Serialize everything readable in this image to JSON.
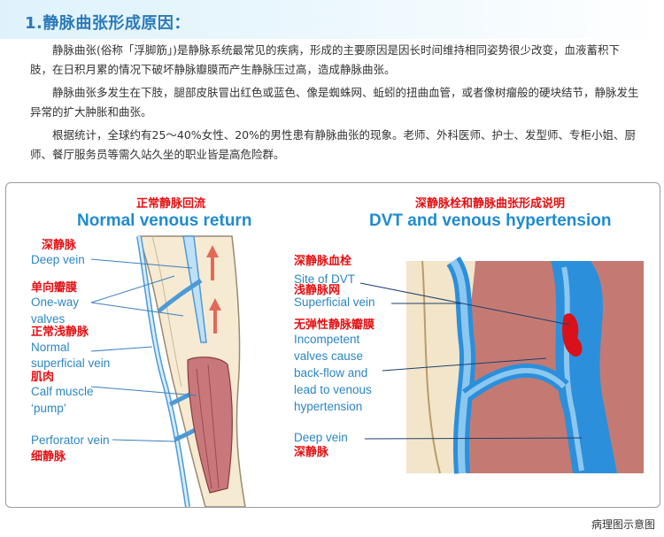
{
  "header": {
    "title": "1.静脉曲张形成原因："
  },
  "paragraphs": [
    "静脉曲张(俗称「浮脚筋」)是静脉系统最常见的疾病，形成的主要原因是因长时间维持相同姿势很少改变，血液蓄积下肢，在日积月累的情况下破坏静脉瓣膜而产生静脉压过高，造成静脉曲张。",
    "静脉曲张多发生在下肢，腿部皮肤冒出红色或蓝色、像是蜘蛛网、蚯蚓的扭曲血管，或者像树瘤般的硬块结节，静脉发生异常的扩大肿胀和曲张。",
    "根据统计，全球约有25～40%女性、20%的男性患有静脉曲张的现象。老师、外科医师、护士、发型师、专柜小姐、厨师、餐厅服务员等需久站久坐的职业皆是高危险群。"
  ],
  "left_panel": {
    "title_cn": "正常静脉回流",
    "title_en": "Normal venous return",
    "labels": {
      "deep_vein_cn": "深静脉",
      "deep_vein_en": "Deep vein",
      "valves_cn": "单向瓣膜",
      "valves_en_1": "One-way",
      "valves_en_2": "valves",
      "superficial_cn": "正常浅静脉",
      "superficial_en_1": "Normal",
      "superficial_en_2": "superficial vein",
      "muscle_cn": "肌肉",
      "muscle_en_1": "Calf muscle",
      "muscle_en_2": "‘pump’",
      "perforator_en": "Perforator vein",
      "perforator_cn": "细静脉"
    }
  },
  "right_panel": {
    "title_cn": "深静脉栓和静脉曲张形成说明",
    "title_en": "DVT and venous hypertension",
    "labels": {
      "dvt_cn": "深静脉血栓",
      "dvt_en": "Site of DVT",
      "superficial_cn": "浅静脉网",
      "superficial_en": "Superficial vein",
      "incompetent_cn": "无弹性静脉瓣膜",
      "incompetent_en_1": "Incompetent",
      "incompetent_en_2": "valves cause",
      "incompetent_en_3": "back-flow and",
      "incompetent_en_4": "lead to venous",
      "incompetent_en_5": "hypertension",
      "deep_en": "Deep vein",
      "deep_cn": "深静脉"
    }
  },
  "caption": "病理图示意图",
  "colors": {
    "accent_blue": "#2c86c4",
    "label_red": "#e40f12",
    "title_blue": "#2a7ab8",
    "vein_blue": "#5aa9e0",
    "skin": "#f3e5c9",
    "muscle": "#c8787a",
    "thrombus": "#d8111a"
  }
}
